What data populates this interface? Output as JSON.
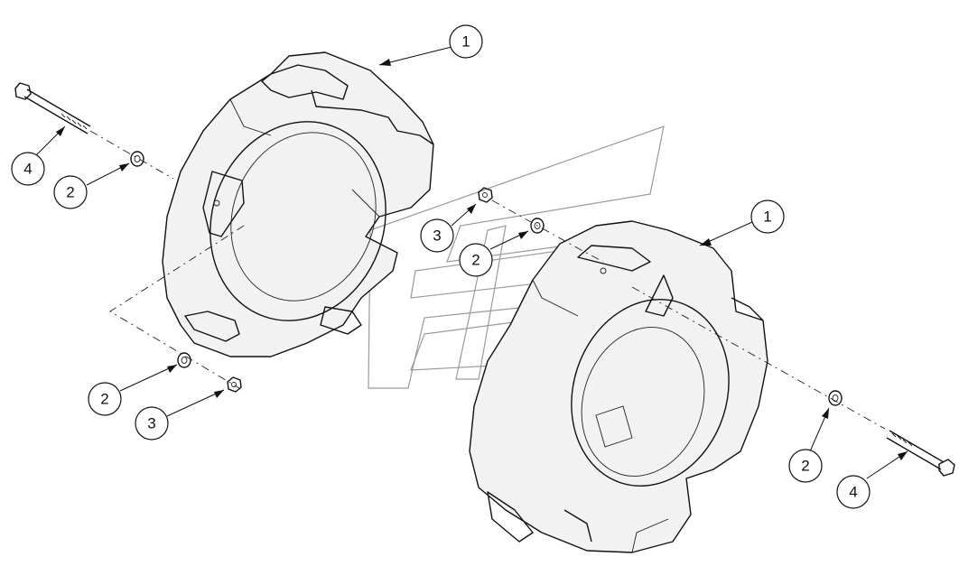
{
  "callouts": {
    "c1a": "1",
    "c1b": "1",
    "c2a": "2",
    "c2b": "2",
    "c2c": "2",
    "c2d": "2",
    "c3a": "3",
    "c3b": "3",
    "c4a": "4",
    "c4b": "4"
  },
  "colors": {
    "line": "#111111",
    "watermark": "#9a9a9a",
    "background": "#ffffff"
  }
}
